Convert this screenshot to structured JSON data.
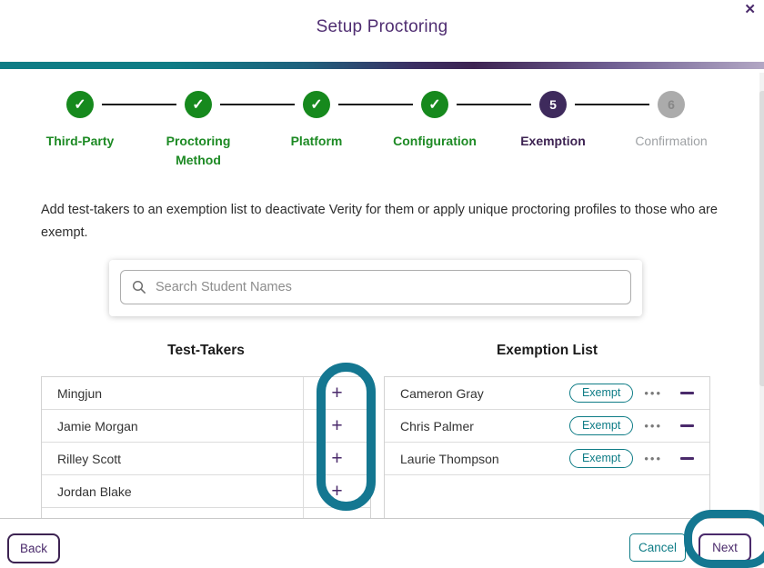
{
  "modal": {
    "title": "Setup Proctoring"
  },
  "icons": {
    "close": "✕",
    "check": "✓",
    "plus": "+",
    "dots": "•••"
  },
  "stepper": {
    "steps": [
      {
        "label": "Third-Party",
        "state": "complete"
      },
      {
        "label": "Proctoring Method",
        "state": "complete"
      },
      {
        "label": "Platform",
        "state": "complete"
      },
      {
        "label": "Configuration",
        "state": "complete"
      },
      {
        "label": "Exemption",
        "number": "5",
        "state": "active"
      },
      {
        "label": "Confirmation",
        "number": "6",
        "state": "upcoming"
      }
    ]
  },
  "description": "Add test-takers to an exemption list to deactivate Verity for them or apply unique proctoring profiles to those who are exempt.",
  "search": {
    "placeholder": "Search Student Names",
    "value": ""
  },
  "test_takers": {
    "heading": "Test-Takers",
    "rows": [
      "Mingjun",
      "Jamie Morgan",
      "Rilley Scott",
      "Jordan Blake"
    ]
  },
  "exemption_list": {
    "heading": "Exemption List",
    "rows": [
      {
        "name": "Cameron Gray",
        "badge": "Exempt"
      },
      {
        "name": "Chris Palmer",
        "badge": "Exempt"
      },
      {
        "name": "Laurie Thompson",
        "badge": "Exempt"
      }
    ]
  },
  "footer": {
    "back_label": "Back",
    "cancel_label": "Cancel",
    "next_label": "Next"
  },
  "colors": {
    "purple": "#4a2a6b",
    "dark_purple": "#3d2352",
    "teal": "#0e7c86",
    "highlight_teal": "#147791",
    "green": "#16891d",
    "gray_step": "#ababab"
  }
}
